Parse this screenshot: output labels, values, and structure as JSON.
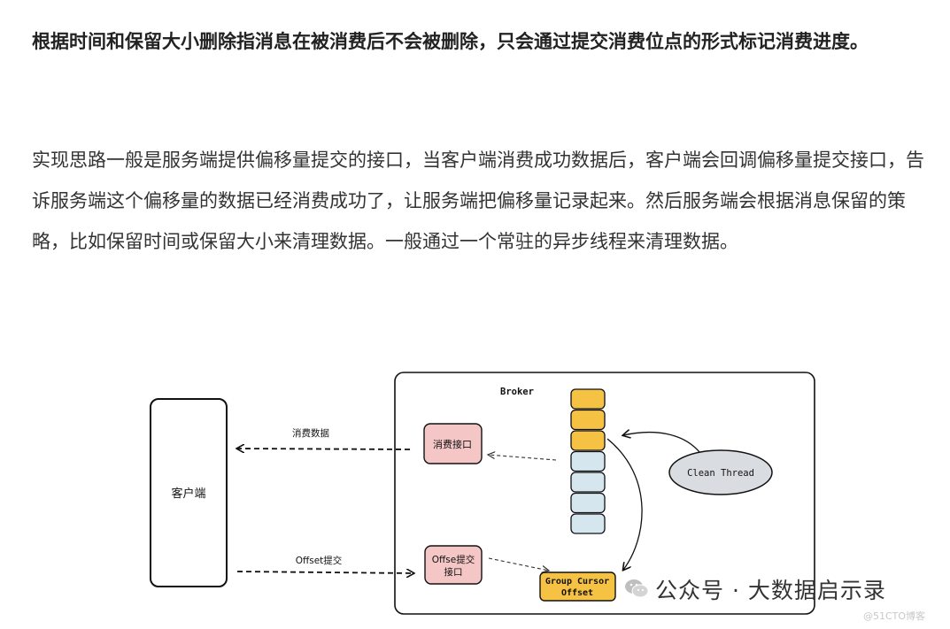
{
  "article": {
    "heading_paragraph": "根据时间和保留大小删除指消息在被消费后不会被删除，只会通过提交消费位点的形式标记消费进度。",
    "body_paragraph": "实现思路一般是服务端提供偏移量提交的接口，当客户端消费成功数据后，客户端会回调偏移量提交接口，告诉服务端这个偏移量的数据已经消费成功了，让服务端把偏移量记录起来。然后服务端会根据消息保留的策略，比如保留时间或保留大小来清理数据。一般通过一个常驻的异步线程来清理数据。"
  },
  "diagram": {
    "client_label": "客户端",
    "broker_label": "Broker",
    "consume_interface_label": "消费接口",
    "offset_interface_label_line1": "Offse提交",
    "offset_interface_label_line2": "接口",
    "consume_data_label": "消费数据",
    "offset_commit_label": "Offset提交",
    "clean_thread_label": "Clean Thread",
    "group_cursor_line1": "Group Cursor",
    "group_cursor_line2": "Offset",
    "queue": {
      "consumed_count": 3,
      "pending_count": 4,
      "consumed_color": "#f6c244",
      "pending_color": "#d6e6ee"
    },
    "colors": {
      "interface_fill": "#f4c6c6",
      "cursor_fill": "#f6c244",
      "clean_thread_fill": "#d9dde2"
    }
  },
  "watermark": {
    "text": "公众号 · 大数据启示录",
    "site": "@51CTO博客"
  }
}
